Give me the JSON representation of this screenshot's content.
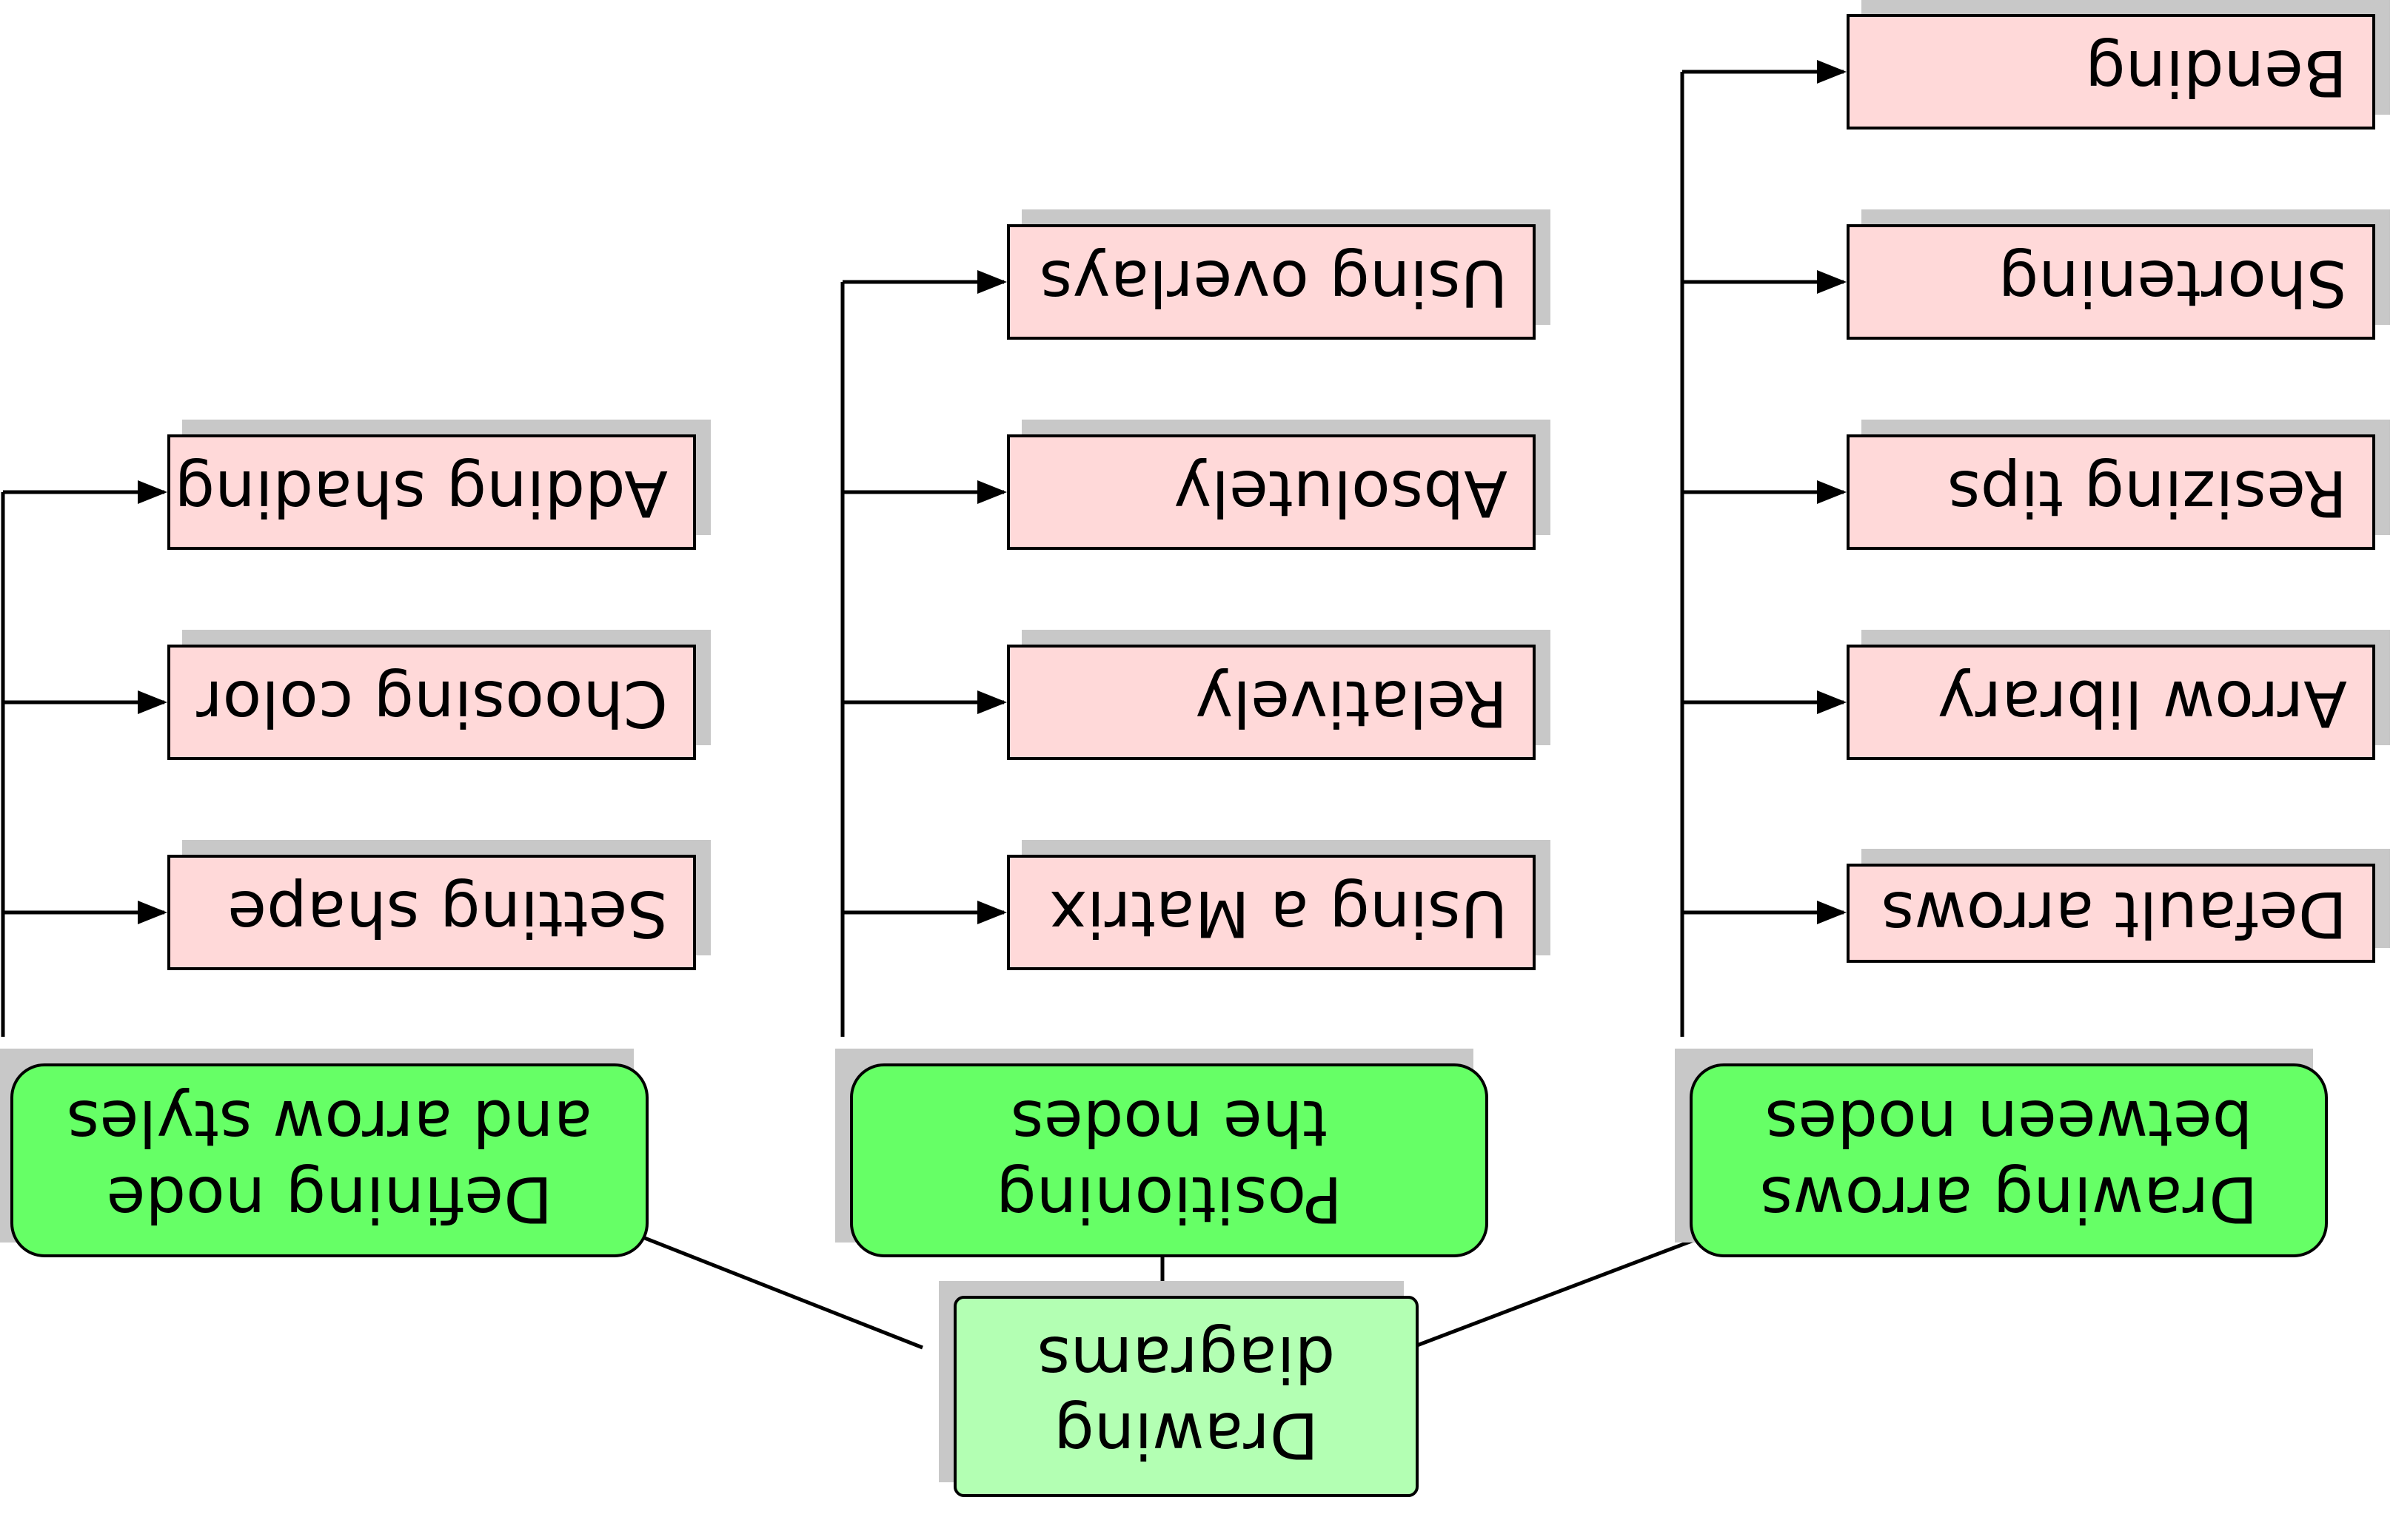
{
  "root": {
    "label": "Drawing\ndiagrams"
  },
  "sections": [
    {
      "label": "Defining node\nand arrow styles",
      "items": [
        "Setting shape",
        "Choosing color",
        "Adding shading"
      ]
    },
    {
      "label": "Positioning\nthe nodes",
      "items": [
        "Using a Matrix",
        "Relatively",
        "Absolutely",
        "Using overlays"
      ]
    },
    {
      "label": "Drawing arrows\nbetween nodes",
      "items": [
        "Default arrows",
        "Arrow library",
        "Resizing tips",
        "Shortening",
        "Bending"
      ]
    }
  ],
  "colors": {
    "root_fill": "#b3ffb3",
    "section_fill": "#66ff66",
    "leaf_fill": "#ffd9d9",
    "shadow": "#c8c8c8",
    "line": "#000000"
  }
}
